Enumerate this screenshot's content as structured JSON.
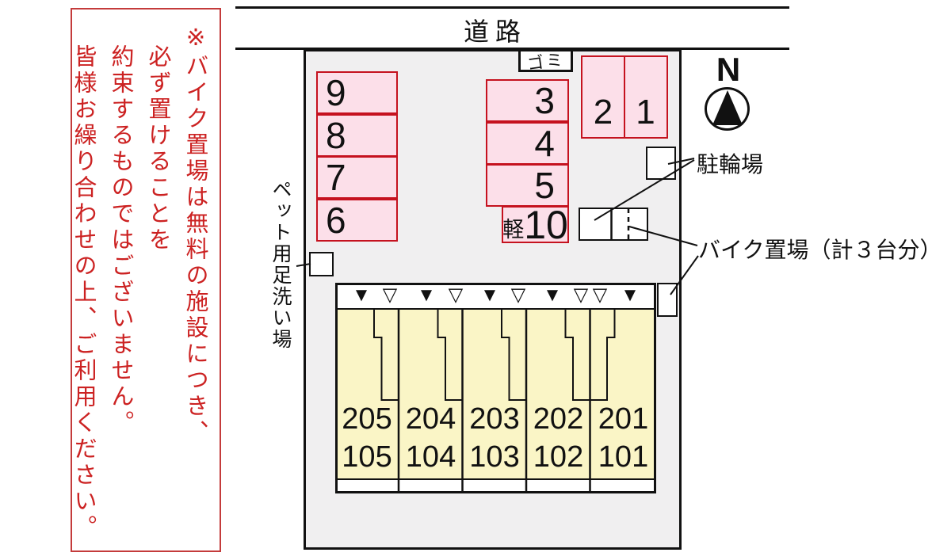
{
  "page": {
    "road_label": "道路",
    "garbage_label": "ゴミ"
  },
  "warning": {
    "lines": [
      "※バイク置場は無料の施設につき、",
      "必ず置けることを",
      "約束するものではございません。",
      "皆様お繰り合わせの上、ご利用ください。"
    ]
  },
  "parking": {
    "left_column": [
      "9",
      "8",
      "7",
      "6"
    ],
    "middle_column": [
      "3",
      "4",
      "5"
    ],
    "kei": {
      "prefix": "軽",
      "number": "10"
    },
    "right_row": [
      "2",
      "1"
    ]
  },
  "facilities": {
    "bicycle_label": "駐輪場",
    "bike_label": "バイク置場（計３台分）",
    "pet_label": "ペット用足洗い場"
  },
  "compass": {
    "north_label": "N"
  },
  "building": {
    "markers": [
      "▼",
      "▽",
      "▼",
      "▽",
      "▼",
      "▽",
      "▼",
      "▽",
      "▽",
      "▼"
    ],
    "units": [
      {
        "upper": "205",
        "lower": "105"
      },
      {
        "upper": "204",
        "lower": "104"
      },
      {
        "upper": "203",
        "lower": "103"
      },
      {
        "upper": "202",
        "lower": "102"
      },
      {
        "upper": "201",
        "lower": "101"
      }
    ]
  },
  "colors": {
    "parking_fill": "#fcdfe9",
    "parking_border": "#c5121f",
    "building_fill": "#faf5c6",
    "site_fill": "#f0eff0",
    "warning_text": "#cc2222",
    "line": "#111111"
  }
}
